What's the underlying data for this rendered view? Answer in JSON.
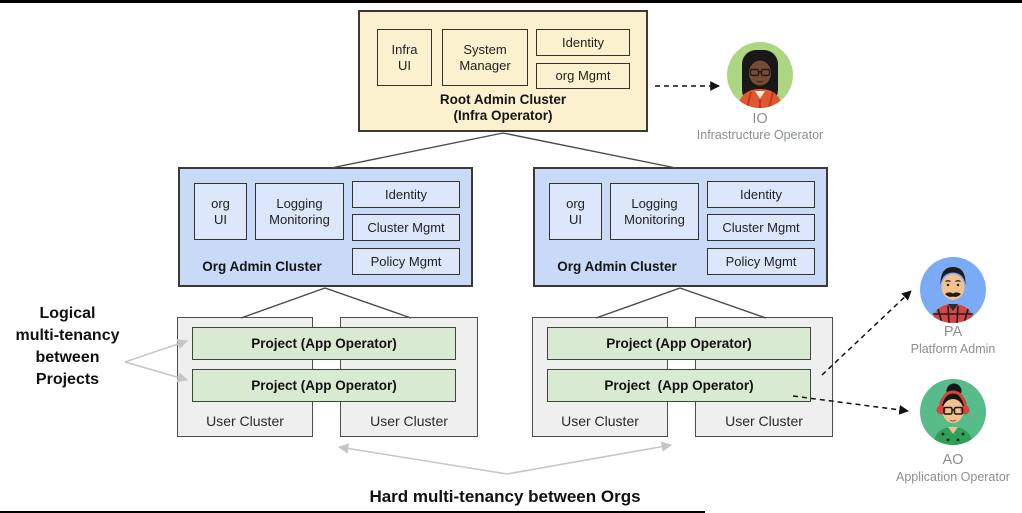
{
  "colors": {
    "root_fill": "#FCF1CF",
    "org_fill": "#C9DAF8",
    "org_inner_fill": "#DCE7FC",
    "project_fill": "#D9EAD3",
    "user_fill": "#EFEFEF",
    "persona_label": "#8A8F94",
    "tree_line": "#4A4A4A",
    "dashed_arrow": "#111111",
    "gray_arrow": "#C6C6C6"
  },
  "root_cluster": {
    "title": "Root Admin Cluster\n(Infra Operator)",
    "components": {
      "infra_ui": "Infra\nUI",
      "system_manager": "System\nManager",
      "identity": "Identity",
      "org_mgmt": "org Mgmt"
    }
  },
  "org_cluster": {
    "title": "Org Admin Cluster",
    "components": {
      "org_ui": "org\nUI",
      "logging_monitoring": "Logging\nMonitoring",
      "identity": "Identity",
      "cluster_mgmt": "Cluster Mgmt",
      "policy_mgmt": "Policy Mgmt"
    }
  },
  "user_cluster_label": "User Cluster",
  "projects": {
    "left": [
      "Project (App Operator)",
      "Project (App Operator)"
    ],
    "right": [
      "Project (App Operator)",
      "Project  (App Operator)"
    ]
  },
  "annotations": {
    "left_label": "Logical\nmulti-tenancy\nbetween\nProjects",
    "bottom_label": "Hard multi-tenancy between Orgs"
  },
  "personas": [
    {
      "initials": "IO",
      "role": "Infrastructure Operator",
      "circle": "#AED581"
    },
    {
      "initials": "PA",
      "role": "Platform Admin",
      "circle": "#7BAAF7"
    },
    {
      "initials": "AO",
      "role": "Application Operator",
      "circle": "#57BB8A"
    }
  ]
}
